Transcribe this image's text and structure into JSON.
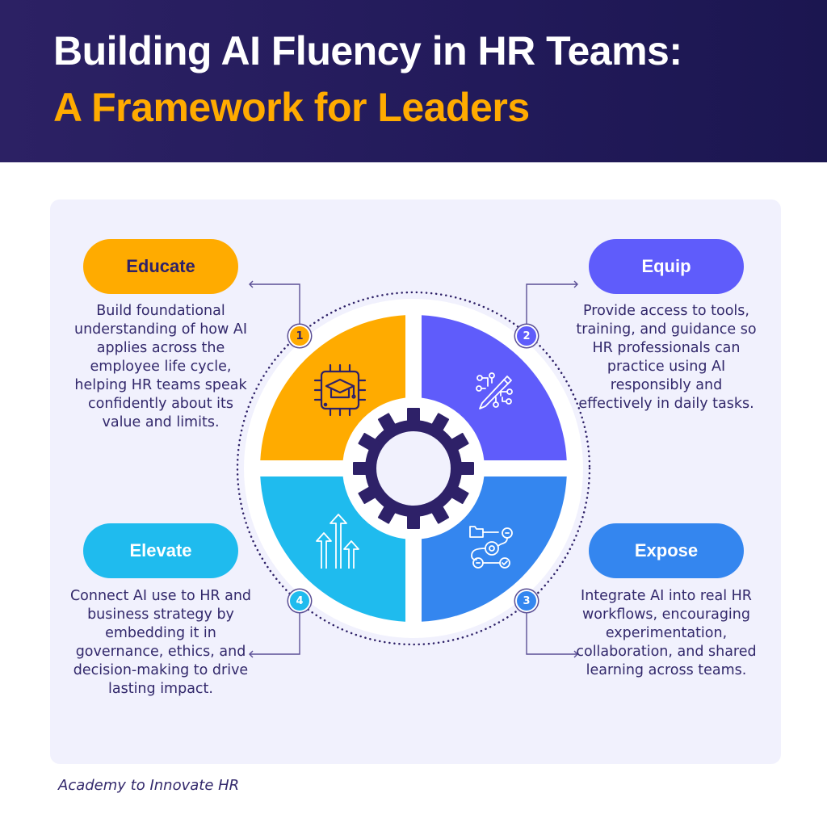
{
  "header": {
    "title_line1": "Building AI Fluency in HR Teams:",
    "title_line2": "A Framework for Leaders"
  },
  "colors": {
    "header_bg": "#271d5e",
    "accent_yellow": "#ffab00",
    "educate": "#ffab00",
    "equip": "#5f5cfb",
    "expose": "#3486ef",
    "elevate": "#1fbbee",
    "gear": "#2e2168",
    "text": "#32286b",
    "panel_bg": "#f1f1fd"
  },
  "framework": {
    "center_icon": "gear-icon",
    "steps": [
      {
        "number": "1",
        "label": "Educate",
        "icon": "chip-graduation-cap-icon",
        "description": "Build foundational understanding of how AI applies across the employee life cycle, helping HR teams speak confidently about its value and limits."
      },
      {
        "number": "2",
        "label": "Equip",
        "icon": "pencil-circuit-icon",
        "description": "Provide access to tools, training, and guidance so HR professionals can practice using AI responsibly and effectively in daily tasks."
      },
      {
        "number": "3",
        "label": "Expose",
        "icon": "workflow-gear-icon",
        "description": "Integrate AI into real HR workflows, encouraging experimentation, collaboration, and shared learning across teams."
      },
      {
        "number": "4",
        "label": "Elevate",
        "icon": "growth-arrows-icon",
        "description": "Connect AI use to HR and business strategy by embedding it in governance, ethics, and decision-making to drive lasting impact."
      }
    ]
  },
  "footer": {
    "source": "Academy to Innovate HR"
  }
}
